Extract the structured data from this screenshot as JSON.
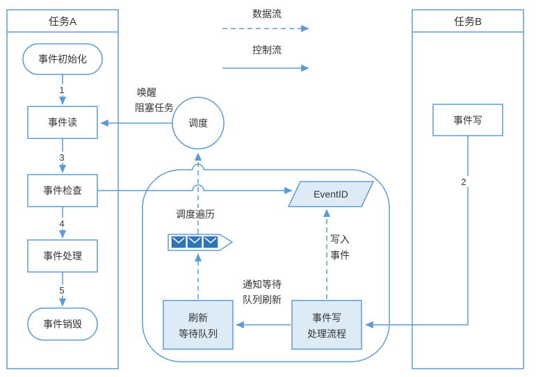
{
  "legend": {
    "data_flow_label": "数据流",
    "control_flow_label": "控制流"
  },
  "task_a": {
    "title": "任务A",
    "nodes": {
      "init": "事件初始化",
      "read": "事件读",
      "check": "事件检查",
      "process": "事件处理",
      "destroy": "事件销毁"
    },
    "steps": {
      "s1": "1",
      "s3": "3",
      "s4": "4",
      "s5": "5"
    }
  },
  "task_b": {
    "title": "任务B",
    "nodes": {
      "write": "事件写"
    },
    "steps": {
      "s2": "2"
    }
  },
  "scheduler": {
    "label": "调度"
  },
  "annotations": {
    "wake_line1": "唤醒",
    "wake_line2": "阻塞任务",
    "traverse": "调度遍历",
    "write_event_line1": "写入",
    "write_event_line2": "事件",
    "notify_line1": "通知等待",
    "notify_line2": "队列刷新"
  },
  "event_module": {
    "event_id": "EventID",
    "refresh_queue_line1": "刷新",
    "refresh_queue_line2": "等待队列",
    "write_flow_line1": "事件写",
    "write_flow_line2": "处理流程"
  },
  "icons": {
    "queue_icon": "message-queue-icon"
  },
  "colors": {
    "stroke": "#5B9BD5",
    "fill_light": "#DDEBF7",
    "envelope_fill": "#2E75B6",
    "text": "#333333"
  }
}
